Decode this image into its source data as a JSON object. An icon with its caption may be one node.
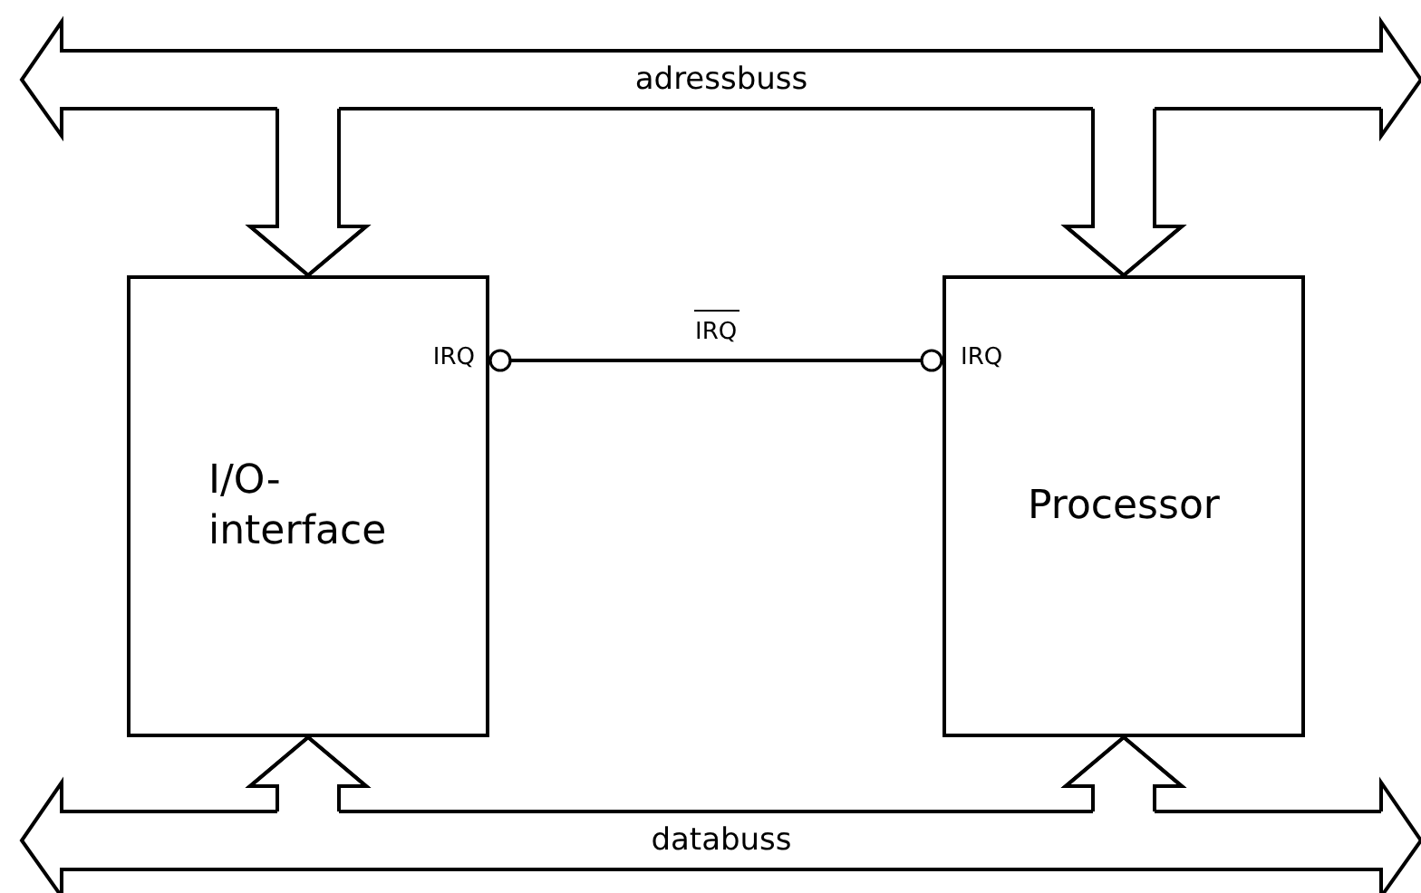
{
  "diagram": {
    "nodes": [
      {
        "text": [
          "adressbuss"
        ]
      },
      {
        "text": [
          "IRQ",
          "I/O- interface"
        ]
      },
      {
        "text": [
          "IRQ",
          "Processor"
        ]
      },
      {
        "text": [
          "databuss"
        ]
      }
    ],
    "edges": [
      {
        "from": 0,
        "to": 1,
        "arrow": "to"
      },
      {
        "from": 0,
        "to": 2,
        "arrow": "to"
      },
      {
        "from": 3,
        "to": 1,
        "arrow": "to"
      },
      {
        "from": 3,
        "to": 2,
        "arrow": "to"
      },
      {
        "from": 1,
        "to": 2,
        "arrow": "other",
        "label": "IRQ"
      }
    ]
  }
}
